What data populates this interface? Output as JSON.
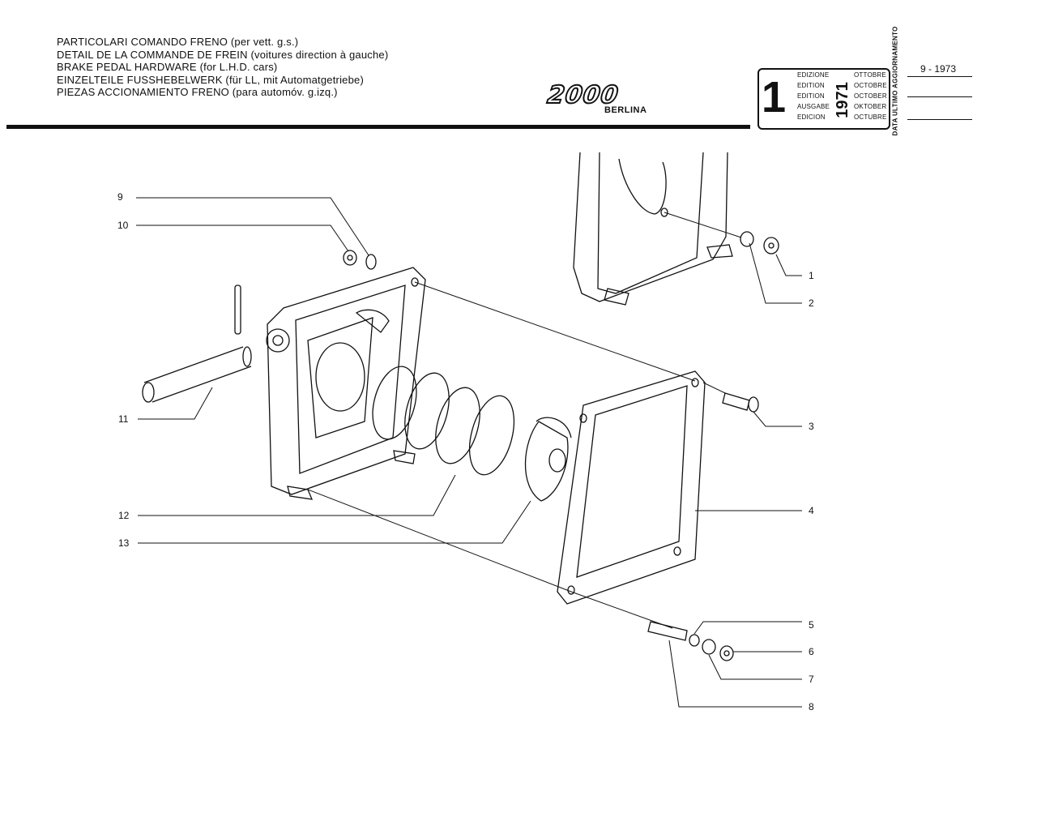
{
  "header": {
    "title_lines": [
      "PARTICOLARI COMANDO FRENO (per vett. g.s.)",
      "DETAIL DE LA COMMANDE DE FREIN (voitures direction à gauche)",
      "BRAKE PEDAL HARDWARE (for L.H.D. cars)",
      "EINZELTEILE FUSSHEBELWERK (für LL, mit Automatgetriebe)",
      "PIEZAS ACCIONAMIENTO FRENO (para automóv. g.izq.)"
    ],
    "model_logo": "2000",
    "model_variant": "BERLINA"
  },
  "edition_box": {
    "number": "1",
    "labels": [
      "EDIZIONE",
      "EDITION",
      "EDITION",
      "AUSGABE",
      "EDICION"
    ],
    "months": [
      "OTTOBRE",
      "OCTOBRE",
      "OCTOBER",
      "OKTOBER",
      "OCTUBRE"
    ],
    "year": "1971",
    "last_update_label": "DATA ULTIMO AGGIORNAMENTO",
    "last_update_value": "9 - 1973"
  },
  "callouts": {
    "c1": "1",
    "c2": "2",
    "c3": "3",
    "c4": "4",
    "c5": "5",
    "c6": "6",
    "c7": "7",
    "c8": "8",
    "c9": "9",
    "c10": "10",
    "c11": "11",
    "c12": "12",
    "c13": "13"
  }
}
